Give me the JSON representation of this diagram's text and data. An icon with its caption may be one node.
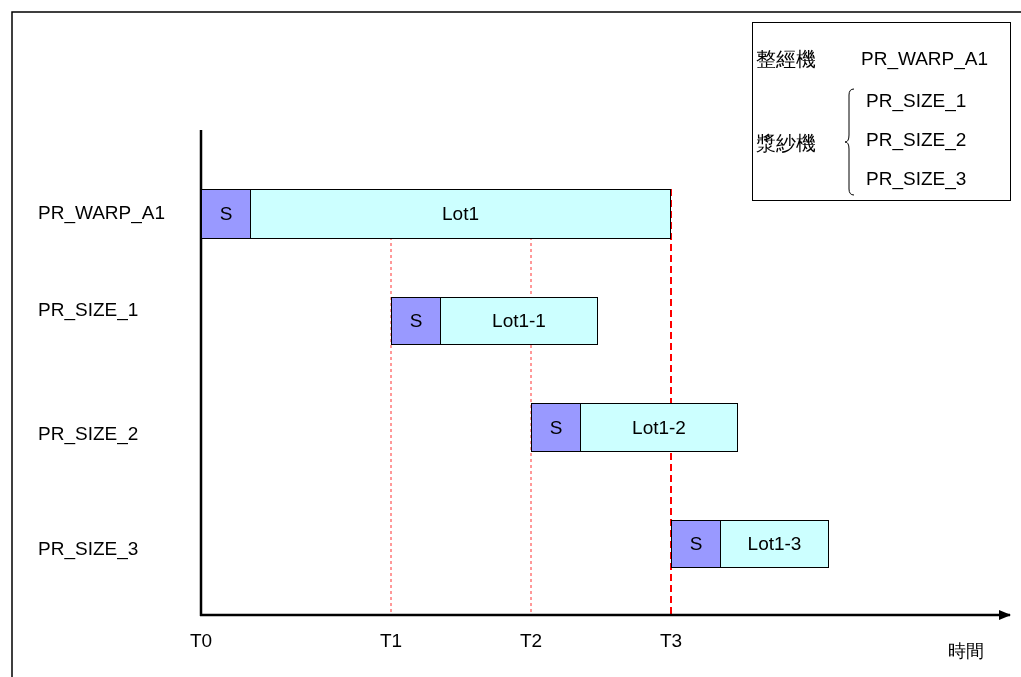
{
  "diagram": {
    "nodes": [
      {
        "text": [
          "整經機",
          "PR_WARP_A1",
          "漿紗機",
          "PR_SIZE_1",
          "PR_SIZE_2",
          "PR_SIZE_3"
        ]
      },
      {
        "text": [
          "S"
        ]
      },
      {
        "text": [
          "Lot1"
        ]
      },
      {
        "text": [
          "S"
        ]
      },
      {
        "text": [
          "Lot1-1"
        ]
      },
      {
        "text": [
          "S"
        ]
      },
      {
        "text": [
          "Lot1-2"
        ]
      },
      {
        "text": [
          "S"
        ]
      },
      {
        "text": [
          "Lot1-3"
        ]
      }
    ],
    "labels": [
      "PR_WARP_A1",
      "PR_SIZE_1",
      "PR_SIZE_2",
      "PR_SIZE_3",
      "T0",
      "T1",
      "T2",
      "T3",
      "時間"
    ]
  }
}
